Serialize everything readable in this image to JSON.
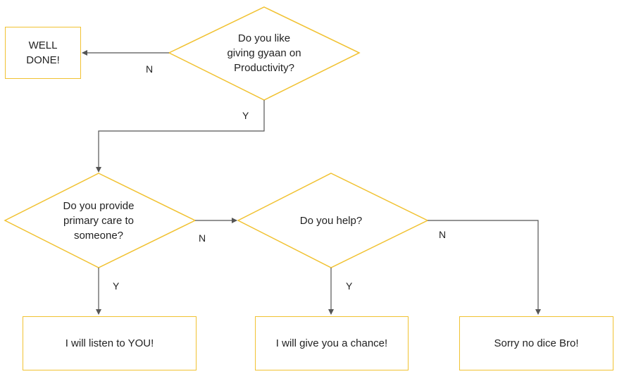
{
  "diagram": {
    "accent_color": "#f1c232",
    "line_color": "#555555",
    "nodes": {
      "q_productivity": {
        "text": "Do you like\ngiving gyaan on\nProductivity?"
      },
      "q_primary_care": {
        "text": "Do you provide\nprimary care to\nsomeone?"
      },
      "q_help": {
        "text": "Do you help?"
      },
      "well_done": {
        "text": "WELL\nDONE!"
      },
      "listen": {
        "text": "I will listen to YOU!"
      },
      "chance": {
        "text": "I will give you a chance!"
      },
      "no_dice": {
        "text": "Sorry no dice Bro!"
      }
    },
    "edges": {
      "productivity_no": "N",
      "productivity_yes": "Y",
      "primary_care_no": "N",
      "primary_care_yes": "Y",
      "help_yes": "Y",
      "help_no": "N"
    }
  }
}
